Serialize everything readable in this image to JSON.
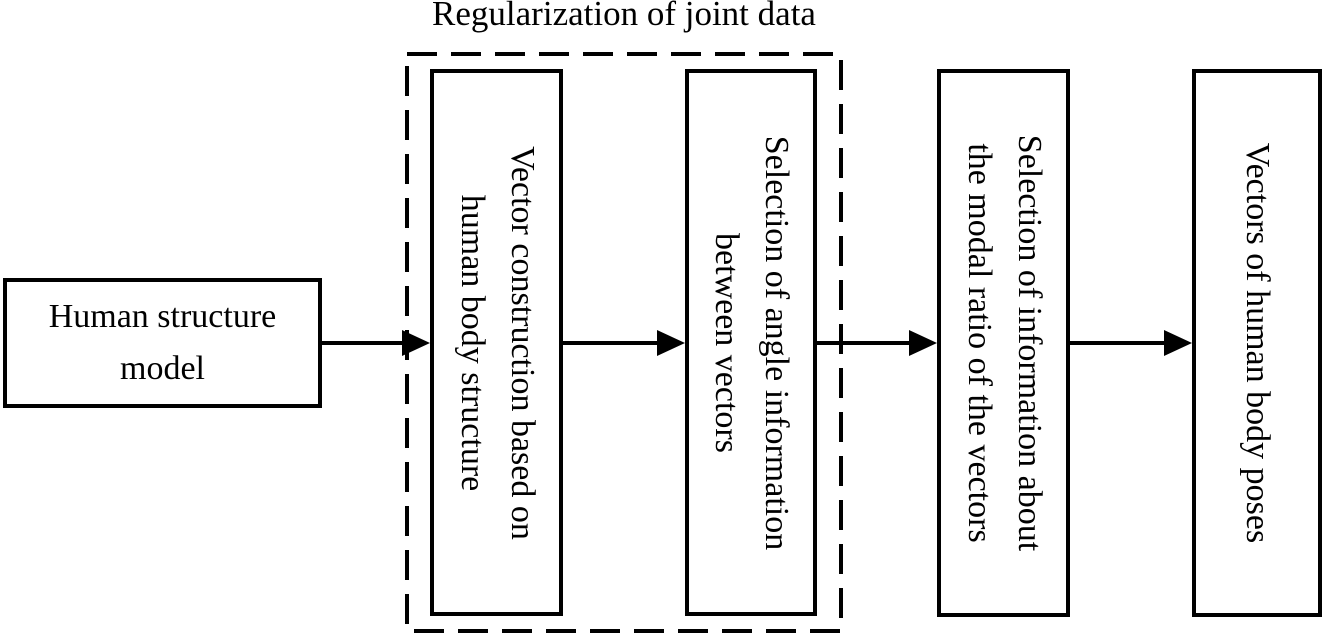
{
  "diagram": {
    "group_title": "Regularization of joint data",
    "nodes": [
      {
        "id": "human-structure-model",
        "lines": [
          "Human structure",
          "model"
        ]
      },
      {
        "id": "vector-construction",
        "group": "Regularization of joint data",
        "lines": [
          "Vector construction based on",
          "human body structure"
        ]
      },
      {
        "id": "angle-information",
        "group": "Regularization of joint data",
        "lines": [
          "Selection of angle information",
          "between vectors"
        ]
      },
      {
        "id": "modal-ratio-selection",
        "lines": [
          "Selection of information about",
          "the modal ratio of the vectors"
        ]
      },
      {
        "id": "pose-vectors",
        "lines": [
          "Vectors of human body poses"
        ]
      }
    ],
    "edges": [
      {
        "from": "human-structure-model",
        "to": "vector-construction"
      },
      {
        "from": "vector-construction",
        "to": "angle-information"
      },
      {
        "from": "angle-information",
        "to": "modal-ratio-selection"
      },
      {
        "from": "modal-ratio-selection",
        "to": "pose-vectors"
      }
    ],
    "colors": {
      "stroke": "#000000",
      "background": "#ffffff",
      "text": "#000000"
    }
  }
}
